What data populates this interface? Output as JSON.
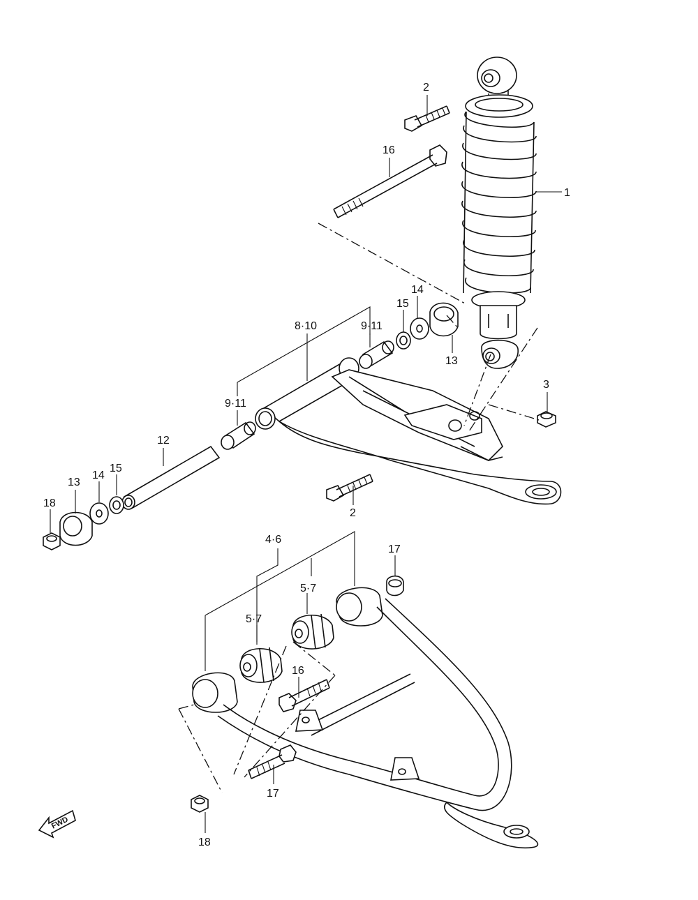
{
  "callouts": [
    {
      "id": "c1",
      "text": "1"
    },
    {
      "id": "c2a",
      "text": "2"
    },
    {
      "id": "c2b",
      "text": "2"
    },
    {
      "id": "c3",
      "text": "3"
    },
    {
      "id": "c16a",
      "text": "16"
    },
    {
      "id": "c810",
      "text": "8·10"
    },
    {
      "id": "c911a",
      "text": "9·11"
    },
    {
      "id": "c911b",
      "text": "9·11"
    },
    {
      "id": "c15a",
      "text": "15"
    },
    {
      "id": "c14a",
      "text": "14"
    },
    {
      "id": "c13a",
      "text": "13"
    },
    {
      "id": "c12",
      "text": "12"
    },
    {
      "id": "c13b",
      "text": "13"
    },
    {
      "id": "c14b",
      "text": "14"
    },
    {
      "id": "c15b",
      "text": "15"
    },
    {
      "id": "c18a",
      "text": "18"
    },
    {
      "id": "c46",
      "text": "4·6"
    },
    {
      "id": "c57a",
      "text": "5·7"
    },
    {
      "id": "c57b",
      "text": "5·7"
    },
    {
      "id": "c17a",
      "text": "17"
    },
    {
      "id": "c16b",
      "text": "16"
    },
    {
      "id": "c17b",
      "text": "17"
    },
    {
      "id": "c18b",
      "text": "18"
    }
  ],
  "fwd_label": "FWD",
  "colors": {
    "line": "#111111",
    "background": "#ffffff"
  }
}
